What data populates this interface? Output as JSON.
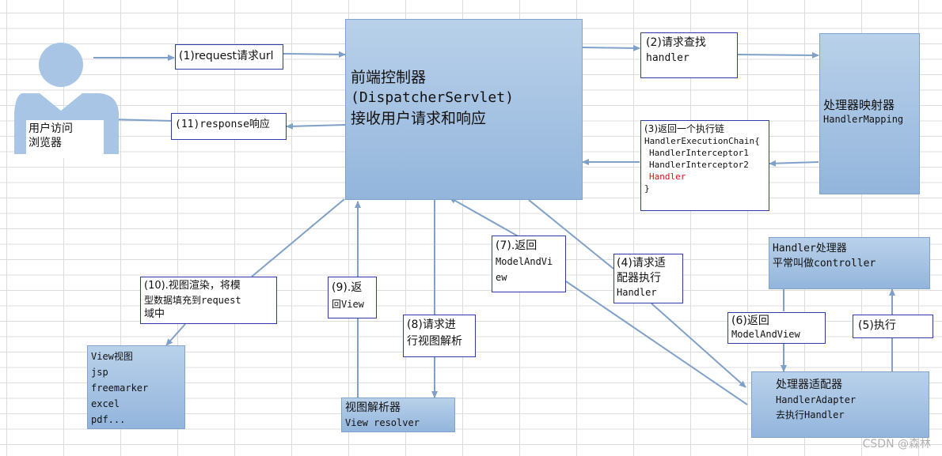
{
  "user": {
    "label_line1": "用户访问",
    "label_line2": "浏览器"
  },
  "dispatcher": {
    "line1": "前端控制器",
    "line2": "(DispatcherServlet)",
    "line3": "接收用户请求和响应"
  },
  "step1": "(1)request请求url",
  "step11": "(11)response响应",
  "step2": {
    "line1": "(2)请求查找",
    "line2": "handler"
  },
  "handler_mapping": {
    "line1": "处理器映射器",
    "line2": "HandlerMapping"
  },
  "step3": {
    "line1": "(3)返回一个执行链",
    "line2": "HandlerExecutionChain{",
    "line3": "HandlerInterceptor1",
    "line4": "HandlerInterceptor2",
    "line5": "Handler",
    "line6": "}"
  },
  "handler_box": {
    "line1": "Handler处理器",
    "line2": "平常叫做controller"
  },
  "step4": {
    "line1": "(4)请求适",
    "line2": "配器执行",
    "line3": "Handler"
  },
  "step5": "(5)执行",
  "step6": {
    "line1": "(6)返回",
    "line2": "ModelAndView"
  },
  "handler_adapter": {
    "line1": "处理器适配器",
    "line2": "HandlerAdapter",
    "line3": "去执行Handler"
  },
  "step7": {
    "line1": "(7).返回",
    "line2": "ModelAndVi",
    "line3": "ew"
  },
  "step8": {
    "line1": "(8)请求进",
    "line2": "行视图解析"
  },
  "step9": {
    "line1": "(9).返",
    "line2": "回View"
  },
  "step10": {
    "line1": "(10).视图渲染，将模",
    "line2": "型数据填充到request",
    "line3": "域中"
  },
  "view_resolver": {
    "line1": "视图解析器",
    "line2": "View resolver"
  },
  "view": {
    "line1": "View视图",
    "line2": "jsp",
    "line3": "freemarker",
    "line4": "excel",
    "line5": "pdf..."
  },
  "watermark": "CSDN @森林",
  "colors": {
    "box_fill": "#a9c6e6",
    "arrow": "#7fa0c8",
    "border_blue": "#2e3aa8",
    "highlight": "#d8141a"
  }
}
